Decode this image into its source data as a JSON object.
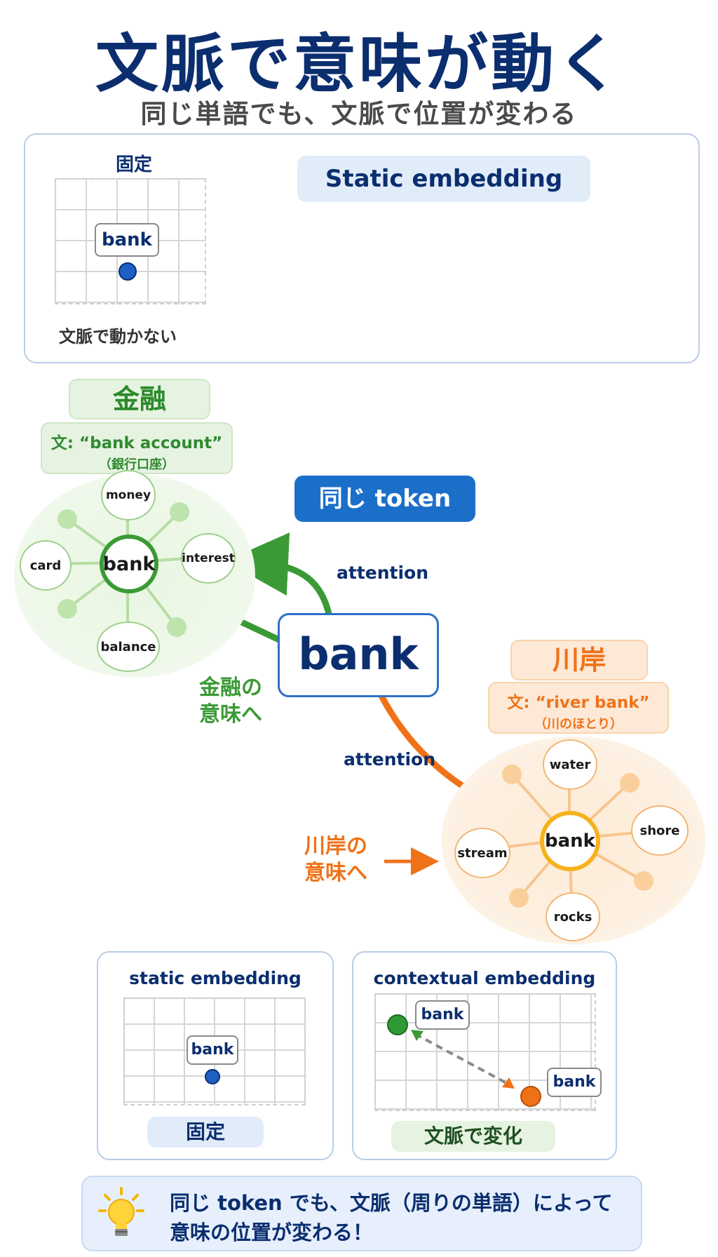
{
  "header": {
    "title": "文脈で意味が動く",
    "subtitle": "同じ単語でも、文脈で位置が変わる"
  },
  "top_panel": {
    "grid_title": "固定",
    "bank": "bank",
    "caption": "文脈で動かない",
    "badge": "Static embedding"
  },
  "finance": {
    "title": "金融",
    "sentence": "文: “bank account”",
    "gloss": "（銀行口座）",
    "center": "bank",
    "nodes": [
      "money",
      "interest",
      "balance",
      "card"
    ],
    "arrow_label_line1": "金融の",
    "arrow_label_line2": "意味へ"
  },
  "middle": {
    "badge": "同じ token",
    "bank": "bank",
    "attention_top": "attention",
    "attention_bottom": "attention"
  },
  "river": {
    "title": "川岸",
    "sentence": "文: “river bank”",
    "gloss": "（川のほとり）",
    "center": "bank",
    "nodes": [
      "water",
      "shore",
      "rocks",
      "stream"
    ],
    "arrow_label_line1": "川岸の",
    "arrow_label_line2": "意味へ"
  },
  "compare": {
    "static_title": "static embedding",
    "static_bank": "bank",
    "static_caption": "固定",
    "contextual_title": "contextual embedding",
    "contextual_bank_1": "bank",
    "contextual_bank_2": "bank",
    "contextual_caption": "文脈で変化"
  },
  "note": {
    "line1": "同じ token でも、文脈（周りの単語）によって",
    "line2": "意味の位置が変わる！"
  },
  "colors": {
    "navy": "#0b2e6f",
    "green": "#2f8a2f",
    "orange": "#f07218",
    "blue_badge": "#1c6fc9"
  }
}
